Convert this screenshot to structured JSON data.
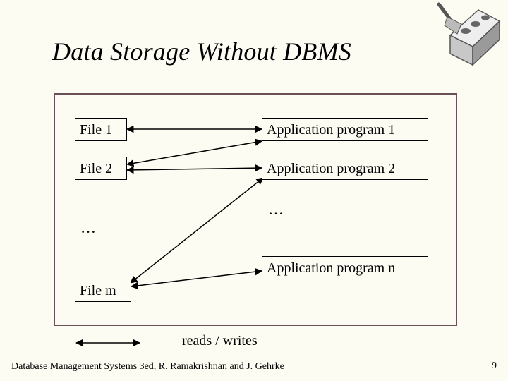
{
  "slide": {
    "title": "Data Storage Without DBMS",
    "footer": "Database Management Systems 3ed,  R. Ramakrishnan and J. Gehrke",
    "page_number": "9"
  },
  "diagram": {
    "files": [
      "File 1",
      "File 2",
      "File m"
    ],
    "programs": [
      "Application program 1",
      "Application program 2",
      "Application program n"
    ],
    "ellipsis": "…",
    "legend_label": "reads / writes"
  },
  "logo": {
    "name": "brick-and-trowel-logo"
  }
}
